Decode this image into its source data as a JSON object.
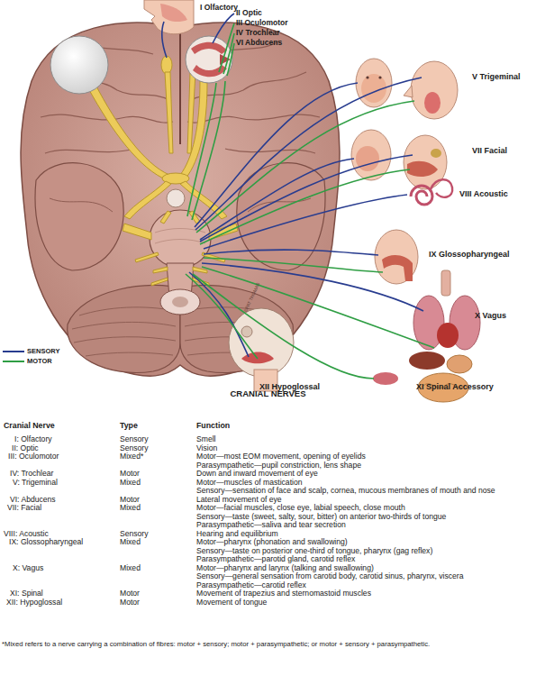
{
  "diagram": {
    "title": "CRANIAL NERVES",
    "labels": [
      "I Olfactory",
      "II Optic",
      "III Oculomotor",
      "IV Trochlear",
      "VI Abducens",
      "V Trigeminal",
      "VII Facial",
      "VIII Acoustic",
      "IX Glossopharyngeal",
      "X Vagus",
      "XII Hypoglossal",
      "XI Spinal Accessory",
      "©PAT THOMAS",
      "Cranial Nerve",
      "Type",
      "Function",
      "I: Olfactory",
      "Sensory",
      "Smell",
      "II: Optic",
      "Sensory",
      "Vision",
      "III: Oculomotor",
      "Mixed*",
      "Motor—most EOM movement, opening of eyelids",
      "Parasympathetic—pupil constriction, lens shape",
      "IV: Trochlear",
      "Motor",
      "Down and inward movement of eye",
      "V: Trigeminal",
      "Mixed",
      "Motor—muscles of mastication",
      "Sensory—sensation of face and scalp, cornea, mucous membranes of mouth and nose",
      "VI: Abducens",
      "Motor",
      "Lateral movement of eye",
      "VII: Facial",
      "Mixed",
      "Motor—facial muscles, close eye, labial speech, close mouth",
      "Sensory—taste (sweet, salty, sour, bitter) on anterior two-thirds of tongue",
      "Parasympathetic—saliva and tear secretion",
      "VIII: Acoustic",
      "Sensory",
      "Hearing and equilibrium",
      "IX: Glossopharyngeal",
      "Mixed",
      "Motor—pharynx (phonation and swallowing)",
      "Sensory—taste on posterior one-third of tongue, pharynx (gag reflex)",
      "Parasympathetic—parotid gland, carotid reflex",
      "X: Vagus",
      "Mixed",
      "Motor—pharynx and larynx (talking and swallowing)",
      "Sensory—general sensation from carotid body, carotid sinus, pharynx, viscera",
      "Parasympathetic—carotid reflex",
      "XI: Spinal",
      "Motor",
      "Movement of trapezius and sternomastoid muscles",
      "XII: Hypoglossal",
      "Motor",
      "Movement of tongue",
      "*Mixed refers to a nerve carrying a combination of fibres: motor + sensory; motor + parasympathetic; or motor + sensory + parasympathetic."
    ],
    "legend": [
      {
        "text": "SENSORY"
      },
      {
        "text": "MOTOR"
      }
    ]
  }
}
